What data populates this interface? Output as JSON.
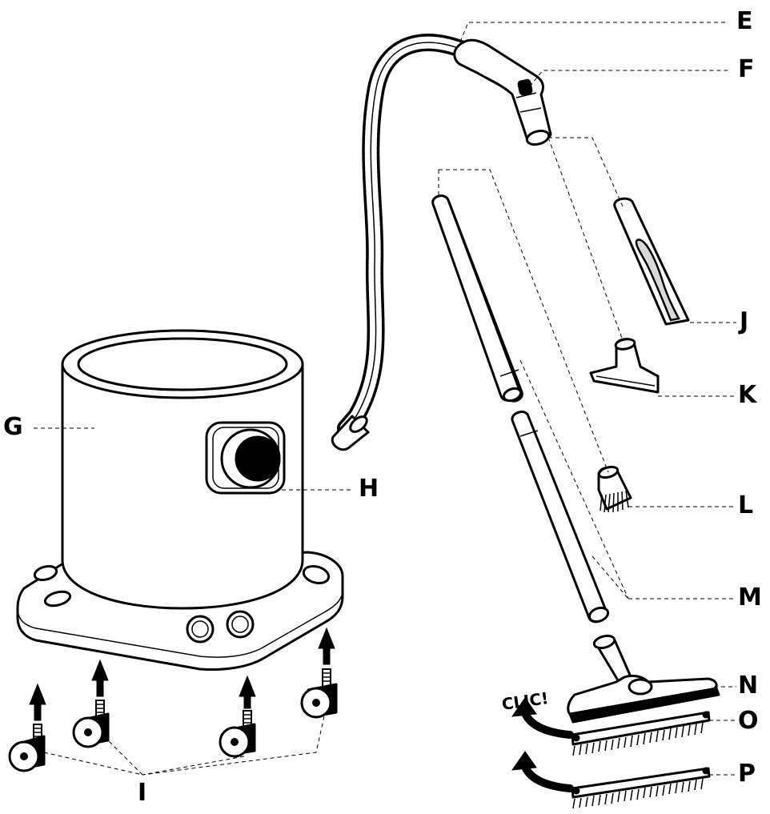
{
  "labels": {
    "E": "E",
    "F": "F",
    "G": "G",
    "H": "H",
    "I": "I",
    "J": "J",
    "K": "K",
    "L": "L",
    "M": "M",
    "N": "N",
    "O": "O",
    "P": "P"
  },
  "annotation": "CLIC!",
  "colors": {
    "ink": "#000000",
    "background": "#ffffff",
    "shade": "#d9d9d9"
  }
}
